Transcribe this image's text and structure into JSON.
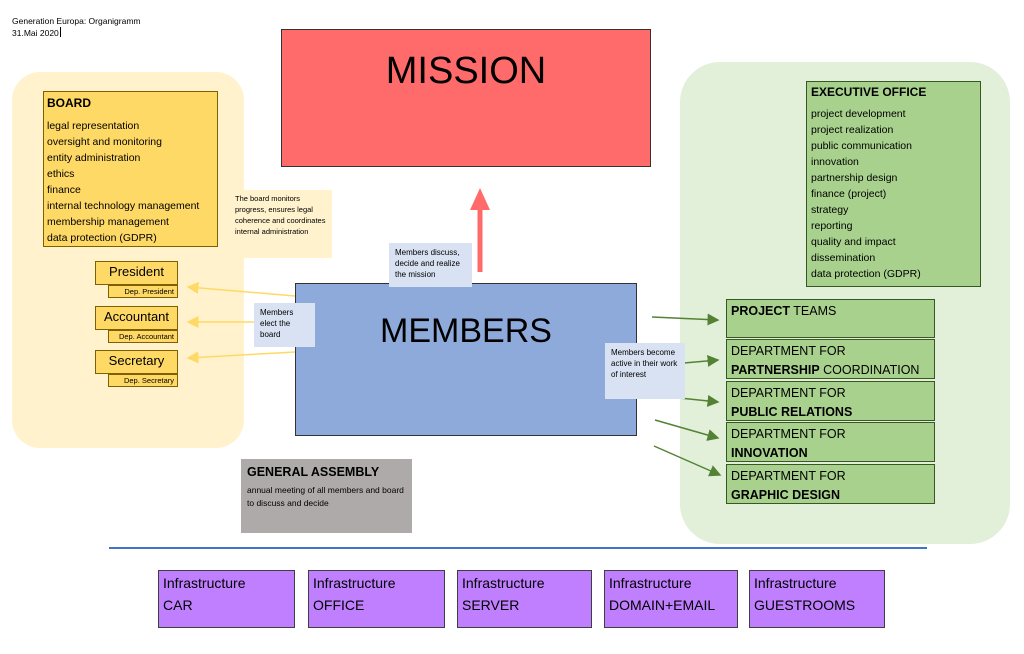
{
  "header": {
    "title": "Generation Europa: Organigramm",
    "date": "31.Mai 2020"
  },
  "mission": {
    "label": "MISSION"
  },
  "members": {
    "label": "MEMBERS"
  },
  "board": {
    "title": "BOARD",
    "items": [
      "legal representation",
      "oversight and monitoring",
      "entity administration",
      "ethics",
      "finance",
      "internal technology management",
      "membership management",
      "data protection (GDPR)"
    ],
    "note": "The board monitors progress, ensures legal coherence and coordinates internal administration"
  },
  "roles": [
    {
      "name": "President",
      "deputy": "Dep. President"
    },
    {
      "name": "Accountant",
      "deputy": "Dep. Accountant"
    },
    {
      "name": "Secretary",
      "deputy": "Dep. Secretary"
    }
  ],
  "notes": {
    "members_elect": "Members elect the board",
    "members_discuss": "Members discuss, decide and realize the mission",
    "members_active": "Members become active in their work of interest"
  },
  "executive": {
    "title": "EXECUTIVE OFFICE",
    "items": [
      "project development",
      "project realization",
      "public communication",
      "innovation",
      "partnership design",
      "finance (project)",
      "strategy",
      "reporting",
      "quality and impact",
      "dissemination",
      "data protection (GDPR)"
    ]
  },
  "departments": [
    {
      "bold": "PROJECT",
      "rest": " TEAMS"
    },
    {
      "prefix": "DEPARTMENT FOR",
      "bold": "PARTNERSHIP",
      "rest": " COORDINATION"
    },
    {
      "prefix": "DEPARTMENT FOR",
      "bold": "PUBLIC RELATIONS",
      "rest": ""
    },
    {
      "prefix": "DEPARTMENT FOR",
      "bold": "INNOVATION",
      "rest": ""
    },
    {
      "prefix": "DEPARTMENT FOR",
      "bold": "GRAPHIC DESIGN",
      "rest": ""
    }
  ],
  "general_assembly": {
    "title": "GENERAL ASSEMBLY",
    "description": "annual meeting of all members and board to discuss and decide"
  },
  "infrastructure": [
    {
      "line1": "Infrastructure",
      "line2": "CAR"
    },
    {
      "line1": "Infrastructure",
      "line2": "OFFICE"
    },
    {
      "line1": "Infrastructure",
      "line2": "SERVER"
    },
    {
      "line1": "Infrastructure",
      "line2": "DOMAIN+EMAIL"
    },
    {
      "line1": "Infrastructure",
      "line2": "GUESTROOMS"
    }
  ],
  "colors": {
    "mission": "#ff6b6b",
    "members": "#8eaadb",
    "board": "#ffd966",
    "board_area": "#fff2cc",
    "executive": "#a9d18e",
    "executive_area": "#e2efd9",
    "general_assembly": "#aeaaaa",
    "infrastructure": "#bf7fff",
    "divider": "#4472c4",
    "arrow_mission": "#ff6b6b",
    "arrow_board": "#ffd966",
    "arrow_exec": "#548235"
  }
}
